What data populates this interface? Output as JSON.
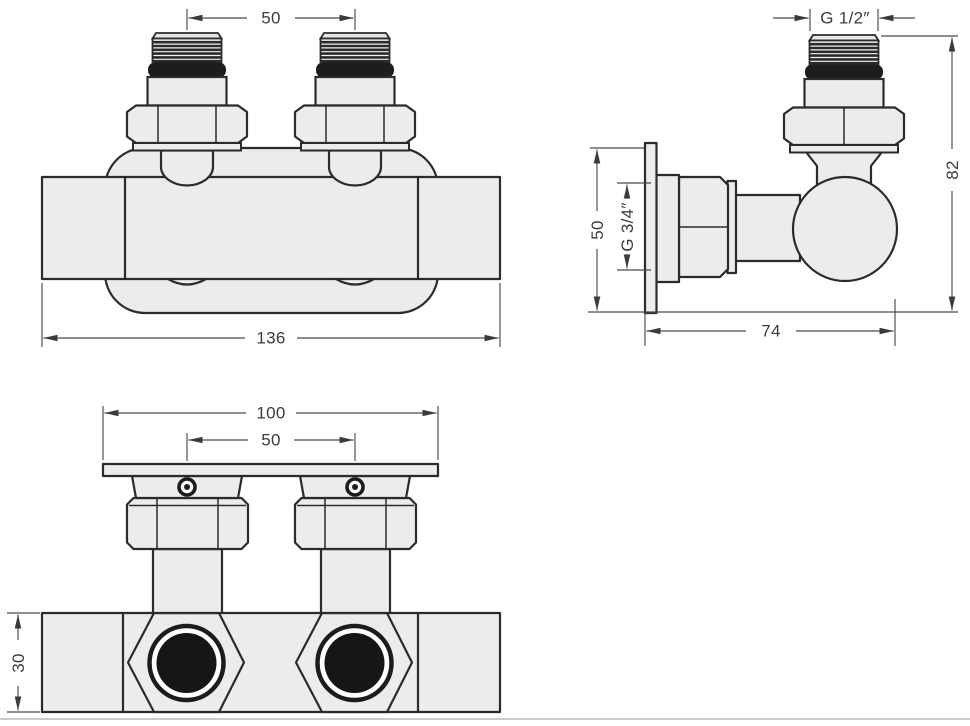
{
  "drawing": {
    "type": "technical-dimension-drawing",
    "subject": "twin radiator valve manifold with wall-mount angle valve, three orthographic views",
    "colors": {
      "outline": "#2b2b2b",
      "fill": "#ececec",
      "seal_black": "#1d1d1d",
      "dimension_line": "#4a4a4a",
      "background": "#ffffff"
    },
    "views": {
      "front": {
        "name": "front view",
        "dims": {
          "pitch": "50",
          "total_width": "136"
        }
      },
      "side": {
        "name": "side view",
        "dims": {
          "thread_size": "G 1/2″",
          "height": "82",
          "plate_height": "50",
          "union_size": "G 3/4″",
          "depth": "74"
        }
      },
      "bottom": {
        "name": "bottom view",
        "dims": {
          "plate_width": "100",
          "pitch": "50",
          "body_height": "30"
        }
      }
    }
  }
}
